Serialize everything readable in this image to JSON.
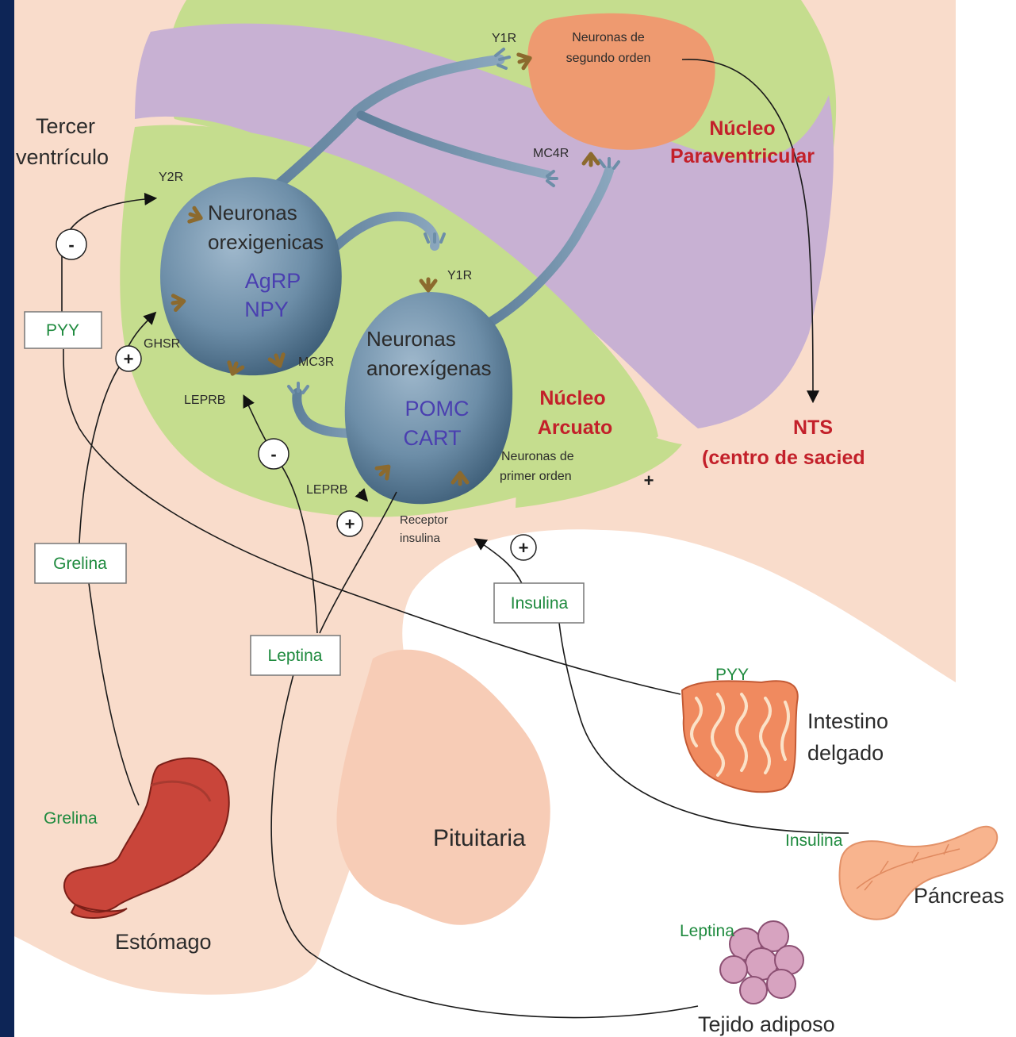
{
  "regions": {
    "third_ventricle": [
      "Tercer",
      "ventrículo"
    ],
    "paraventricular": [
      "Núcleo",
      "Paraventricular"
    ],
    "arcuate": [
      "Núcleo",
      "Arcuato"
    ],
    "nts": [
      "NTS",
      "(centro de sacied"
    ],
    "pituitary": "Pituitaria"
  },
  "neurons": {
    "orexigenic": {
      "title": [
        "Neuronas",
        "orexigenicas"
      ],
      "markers": [
        "AgRP",
        "NPY"
      ]
    },
    "anorexigenic": {
      "title": [
        "Neuronas",
        "anorexígenas"
      ],
      "markers": [
        "POMC",
        "CART"
      ],
      "order": [
        "Neuronas de",
        "primer orden"
      ]
    },
    "second_order": [
      "Neuronas de",
      "segundo orden"
    ]
  },
  "receptors": {
    "y1r_top": "Y1R",
    "mc4r": "MC4R",
    "y2r": "Y2R",
    "y1r_mid": "Y1R",
    "ghsr": "GHSR",
    "mc3r": "MC3R",
    "leprb_1": "LEPRB",
    "leprb_2": "LEPRB",
    "insulin_receptor": [
      "Receptor",
      "insulina"
    ]
  },
  "hormone_boxes": {
    "pyy": "PYY",
    "grelina": "Grelina",
    "leptina": "Leptina",
    "insulina": "Insulina"
  },
  "signs": {
    "pyy": "-",
    "grelina": "+",
    "leptina_orexigenic": "-",
    "leptina_anorexigenic": "+",
    "insulina": "+",
    "extra_plus": "+"
  },
  "organs": {
    "stomach": {
      "name": "Estómago",
      "hormone": "Grelina"
    },
    "intestine": {
      "name": [
        "Intestino",
        "delgado"
      ],
      "hormone": "PYY"
    },
    "pancreas": {
      "name": "Páncreas",
      "hormone": "Insulina"
    },
    "adipose": {
      "name": "Tejido adiposo",
      "hormone": "Leptina"
    }
  },
  "colors": {
    "frame": "#0d2556",
    "background_peach": "#f9dccb",
    "green_nucleus": "#c5dd8e",
    "purple_band": "#c8b1d3",
    "orange_neuron": "#ee9a70",
    "neuron_blue": "#6d8ea8",
    "stomach": "#c9453a",
    "intestine": "#f08a5f",
    "pancreas": "#f8b48e",
    "adipose": "#d7a3c0",
    "region_red": "#c3202a",
    "hormone_green": "#1e8a3e"
  }
}
